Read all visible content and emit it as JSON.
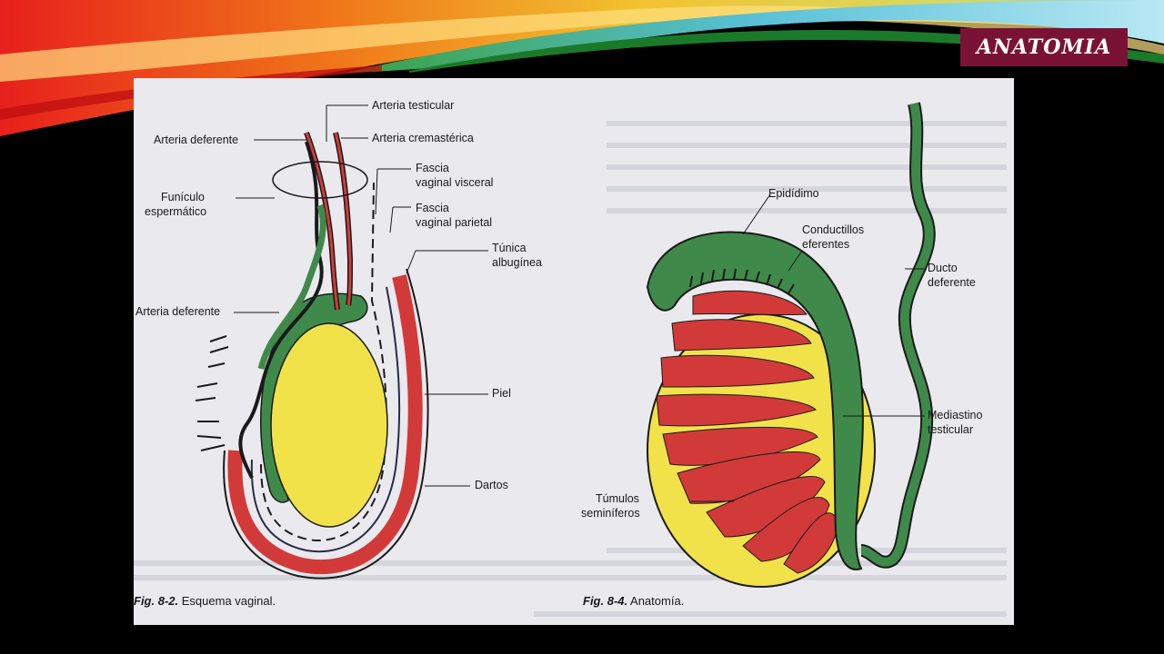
{
  "slide": {
    "title": "ANATOMIA",
    "colors": {
      "background": "#000000",
      "title_badge": "#7a1236",
      "scan_paper": "#e9e9ee",
      "yellow": "#f2e24a",
      "red": "#d23a3a",
      "green": "#3f8a4a"
    }
  },
  "figure_left": {
    "caption_number": "Fig. 8-2.",
    "caption_text": "Esquema vaginal.",
    "labels": {
      "arteria_testicular": "Arteria testicular",
      "arteria_deferente_top": "Arteria deferente",
      "arteria_cremasterica": "Arteria cremastérica",
      "funiculo_1": "Funículo",
      "funiculo_2": "espermático",
      "fascia_visceral_1": "Fascia",
      "fascia_visceral_2": "vaginal visceral",
      "fascia_parietal_1": "Fascia",
      "fascia_parietal_2": "vaginal parietal",
      "tunica_1": "Túnica",
      "tunica_2": "albugínea",
      "arteria_deferente_mid": "Arteria deferente",
      "piel": "Piel",
      "dartos": "Dartos"
    }
  },
  "figure_right": {
    "caption_number": "Fig. 8-4.",
    "caption_text": "Anatomía.",
    "labels": {
      "epididimo": "Epidídimo",
      "conductillos_1": "Conductillos",
      "conductillos_2": "eferentes",
      "ducto_1": "Ducto",
      "ducto_2": "deferente",
      "mediastino_1": "Mediastino",
      "mediastino_2": "testicular",
      "tumulos_1": "Túmulos",
      "tumulos_2": "seminíferos"
    }
  }
}
